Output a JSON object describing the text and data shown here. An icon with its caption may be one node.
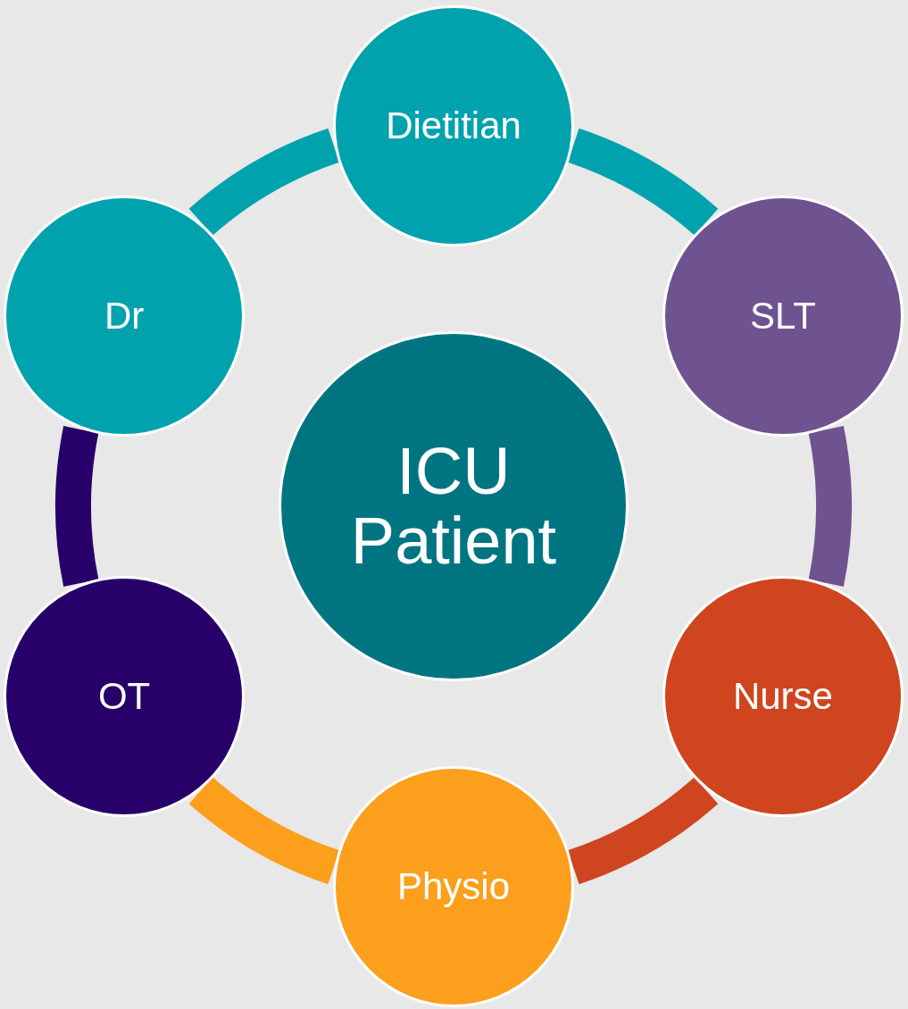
{
  "diagram": {
    "nodes": [
      {
        "text": [
          "ICU Patient"
        ]
      },
      {
        "text": [
          "Dietitian"
        ]
      },
      {
        "text": [
          "SLT"
        ]
      },
      {
        "text": [
          "Nurse"
        ]
      },
      {
        "text": [
          "Physio"
        ]
      },
      {
        "text": [
          "OT"
        ]
      },
      {
        "text": [
          "Dr"
        ]
      }
    ],
    "edges": [
      {
        "from": 1,
        "to": 2,
        "arrow": "none",
        "color": "#00a2ae"
      },
      {
        "from": 2,
        "to": 3,
        "arrow": "none",
        "color": "#6f5290"
      },
      {
        "from": 3,
        "to": 4,
        "arrow": "none",
        "color": "#cf4520"
      },
      {
        "from": 4,
        "to": 5,
        "arrow": "none",
        "color": "#fc9f1c"
      },
      {
        "from": 5,
        "to": 6,
        "arrow": "none",
        "color": "#280069"
      },
      {
        "from": 6,
        "to": 1,
        "arrow": "none",
        "color": "#00a2ae"
      }
    ]
  }
}
